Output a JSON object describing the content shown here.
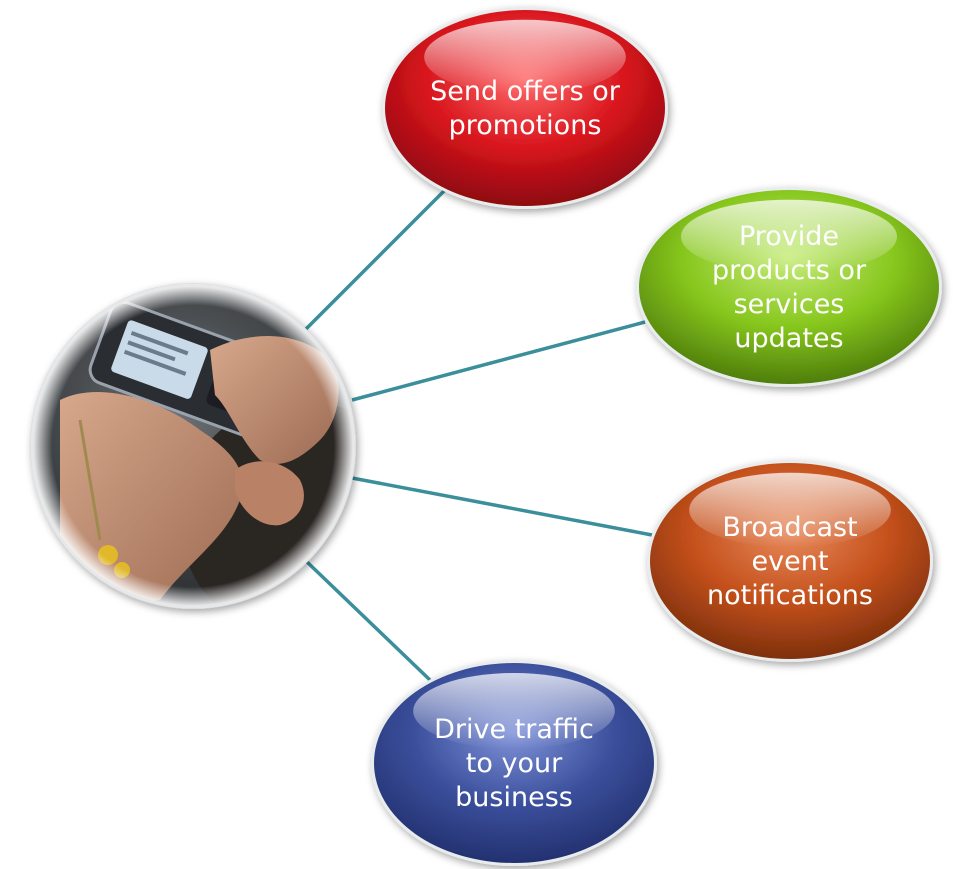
{
  "center_image": {
    "description_icon": "phone-texting-photo-icon"
  },
  "nodes": [
    {
      "id": "offers",
      "lines": [
        "Send offers or",
        "promotions"
      ],
      "color": "#d8141c",
      "highlight": "#ff8a8a",
      "shadow": "#8e0b10"
    },
    {
      "id": "updates",
      "lines": [
        "Provide",
        "products or",
        "services",
        "updates"
      ],
      "color": "#86c61c",
      "highlight": "#d9f59a",
      "shadow": "#4f7e0c"
    },
    {
      "id": "events",
      "lines": [
        "Broadcast",
        "event",
        "notifications"
      ],
      "color": "#c4501b",
      "highlight": "#f2a47f",
      "shadow": "#7e300d"
    },
    {
      "id": "traffic",
      "lines": [
        "Drive traffic",
        "to your",
        "business"
      ],
      "color": "#3b4f9c",
      "highlight": "#9aaae6",
      "shadow": "#233170"
    }
  ],
  "connector_color": "#3b8f9a"
}
